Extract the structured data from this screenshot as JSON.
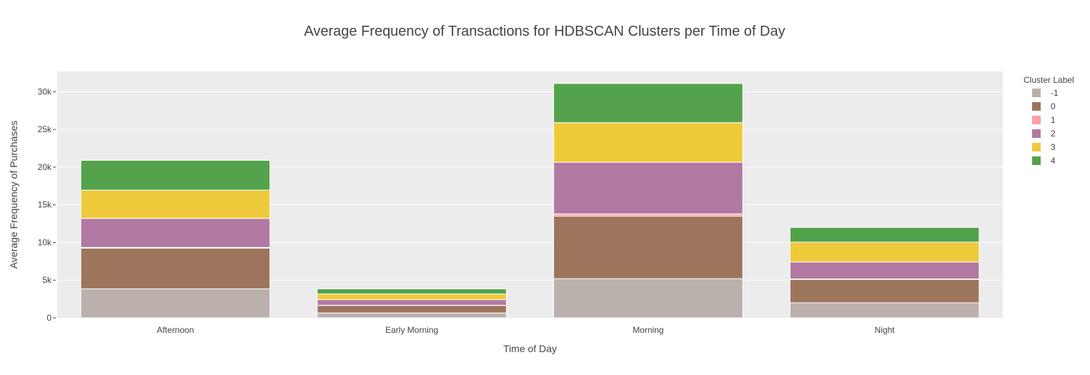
{
  "chart_data": {
    "type": "bar",
    "barmode": "stack",
    "title": "Average Frequency of Transactions for HDBSCAN Clusters per Time of Day",
    "xlabel": "Time of Day",
    "ylabel": "Average Frequency of Purchases",
    "categories": [
      "Afternoon",
      "Early Morning",
      "Morning",
      "Night"
    ],
    "ylim": [
      0,
      32700
    ],
    "yticks": [
      0,
      5000,
      10000,
      15000,
      20000,
      25000,
      30000
    ],
    "ytick_labels": [
      "0",
      "5k",
      "10k",
      "15k",
      "20k",
      "25k",
      "30k"
    ],
    "grid": true,
    "legend": {
      "title": "Cluster Label",
      "placement": "right"
    },
    "series": [
      {
        "name": "-1",
        "color": "#bab0ac",
        "values": [
          3850,
          650,
          5200,
          2000
        ]
      },
      {
        "name": "0",
        "color": "#9d755d",
        "values": [
          5400,
          1000,
          8300,
          3100
        ]
      },
      {
        "name": "1",
        "color": "#ff9da6",
        "values": [
          100,
          20,
          300,
          60
        ]
      },
      {
        "name": "2",
        "color": "#b279a2",
        "values": [
          3850,
          750,
          6850,
          2260
        ]
      },
      {
        "name": "3",
        "color": "#eeca3b",
        "values": [
          3750,
          750,
          5250,
          2630
        ]
      },
      {
        "name": "4",
        "color": "#54a24b",
        "values": [
          3950,
          680,
          5200,
          1950
        ]
      }
    ]
  },
  "colors": {
    "plot_bg": "#ececec",
    "grid": "#ffffff"
  }
}
